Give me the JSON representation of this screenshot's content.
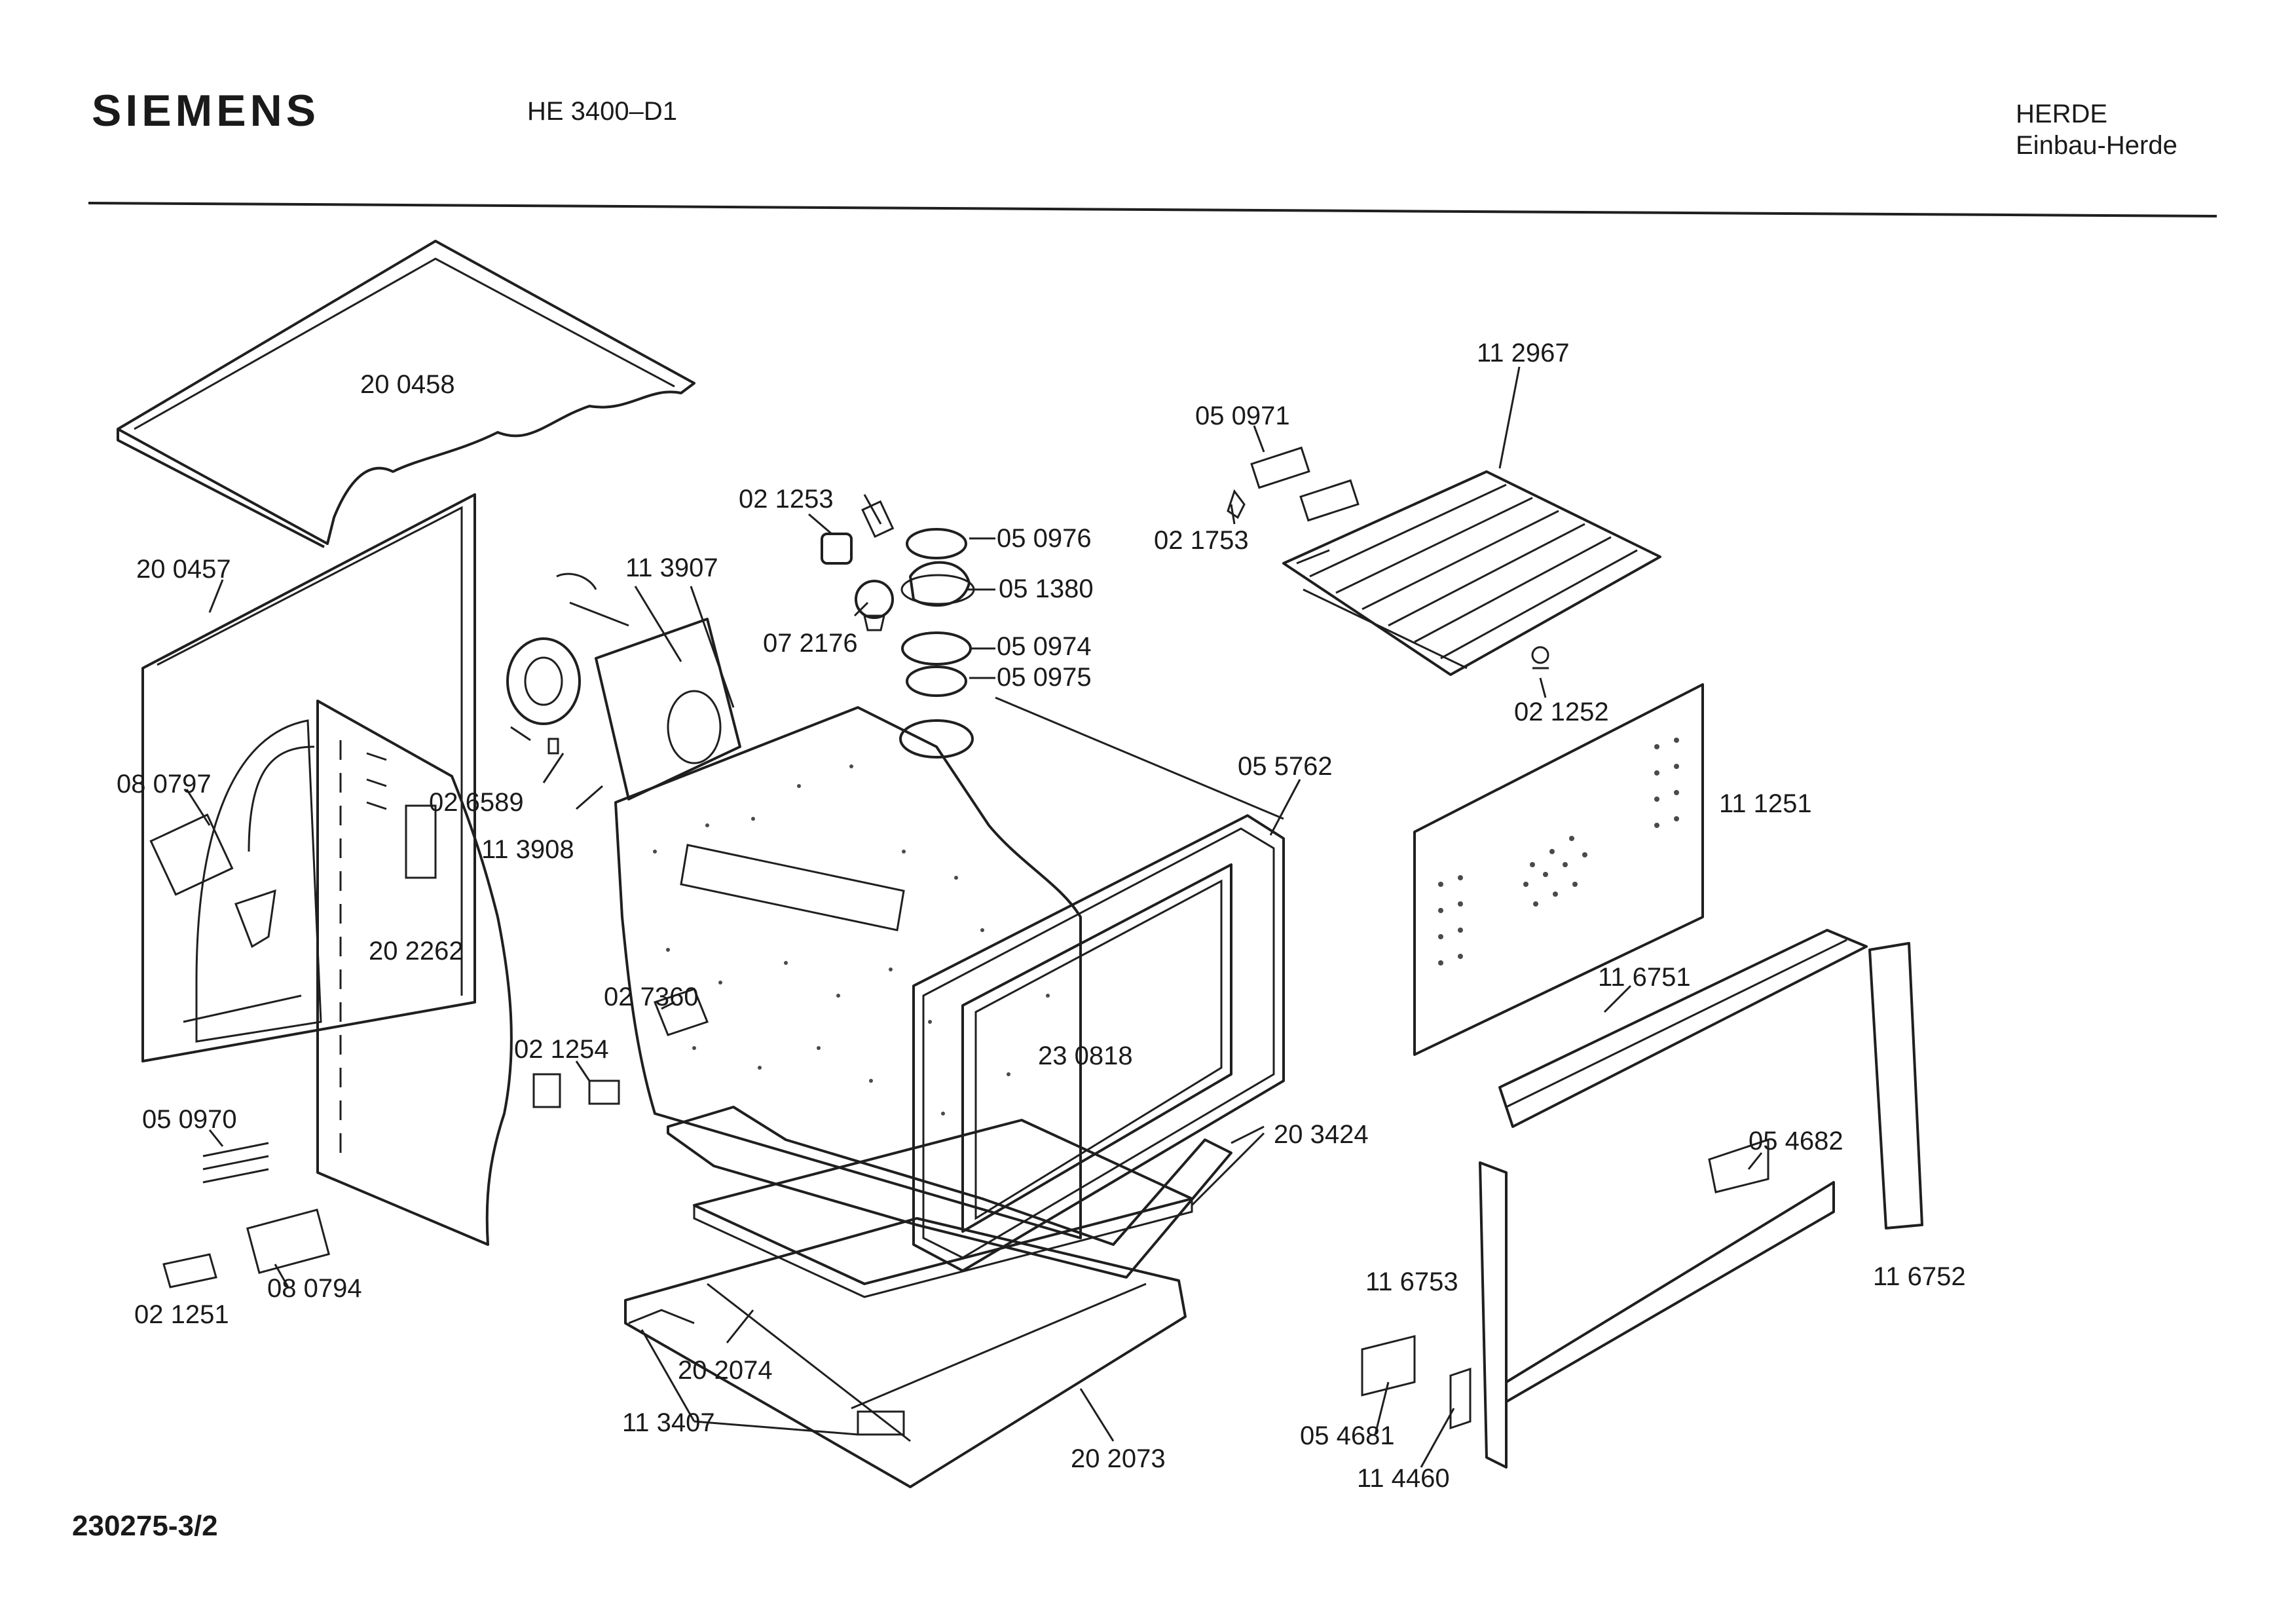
{
  "header": {
    "brand": "SIEMENS",
    "model": "HE 3400–D1",
    "category": "HERDE",
    "subcategory": "Einbau-Herde"
  },
  "footer": {
    "document_number": "230275-3/2"
  },
  "parts": {
    "p200458": "20 0458",
    "p200457": "20 0457",
    "p080797": "08 0797",
    "p113907": "11 3907",
    "p026589": "02 6589",
    "p113908": "11 3908",
    "p202262": "20 2262",
    "p021253": "02 1253",
    "p050976": "05 0976",
    "p051380": "05 1380",
    "p072176": "07 2176",
    "p050974": "05 0974",
    "p050975": "05 0975",
    "p112967": "11 2967",
    "p050971": "05 0971",
    "p021753": "02 1753",
    "p021252": "02 1252",
    "p055762": "05 5762",
    "p111251": "11 1251",
    "p027360": "02 7360",
    "p021254": "02 1254",
    "p230818": "23 0818",
    "p116751": "11 6751",
    "p203424": "20 3424",
    "p054682": "05 4682",
    "p050970": "05 0970",
    "p080794": "08 0794",
    "p021251": "02 1251",
    "p202074": "20 2074",
    "p113407": "11 3407",
    "p202073": "20 2073",
    "p116753": "11 6753",
    "p116752": "11 6752",
    "p054681": "05 4681",
    "p114460": "11 4460"
  }
}
